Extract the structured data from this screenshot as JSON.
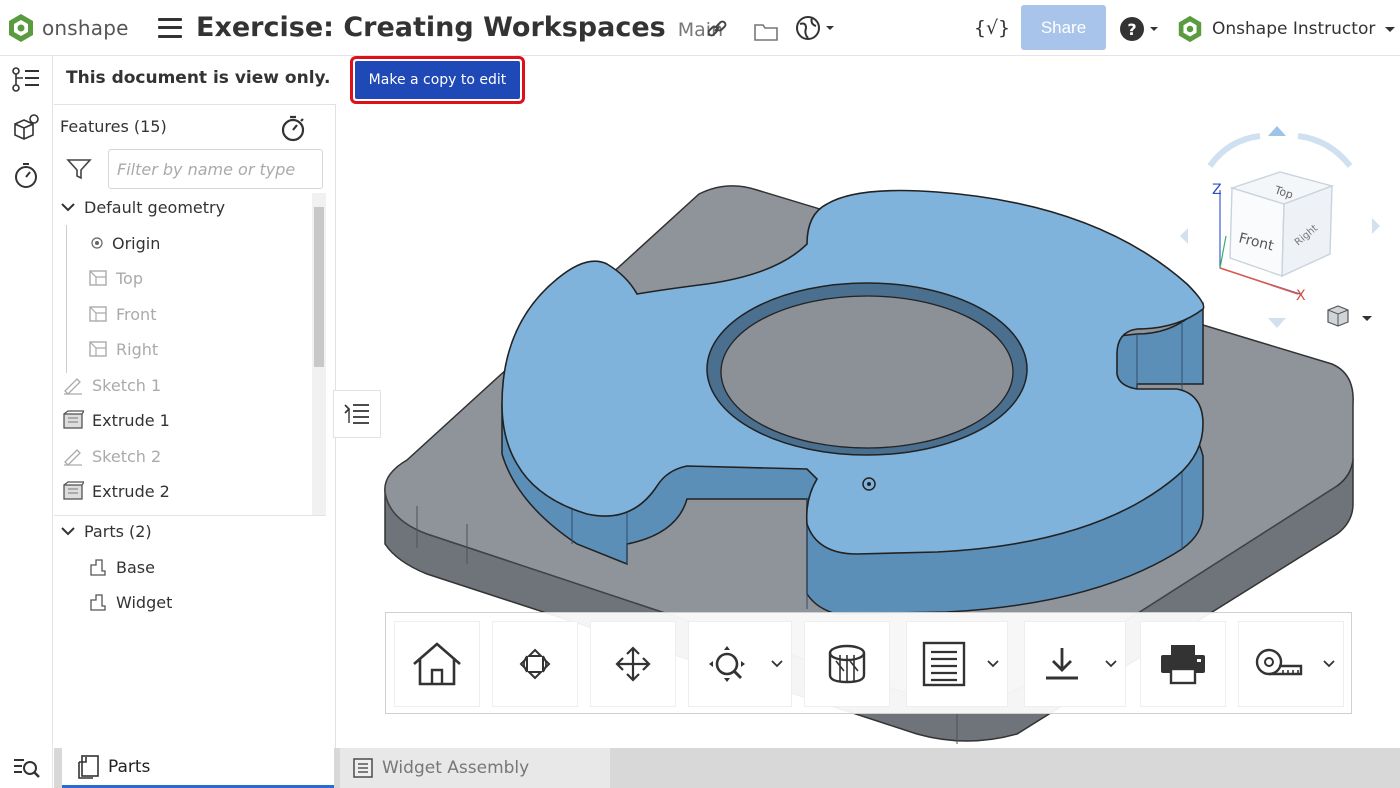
{
  "app": {
    "brand": "onshape",
    "brand_color": "#5a9b3f",
    "accent": "#1f49b6"
  },
  "header": {
    "title": "Exercise: Creating Workspaces",
    "workspace": "Main",
    "share_label": "Share",
    "user_name": "Onshape Instructor",
    "variables_label": "{√}"
  },
  "banner": {
    "view_only_text": "This document is view only.",
    "copy_button_label": "Make a copy to edit"
  },
  "feature_panel": {
    "title": "Features (15)",
    "filter_placeholder": "Filter by name or type",
    "default_geometry": "Default geometry",
    "origin": "Origin",
    "planes": [
      "Top",
      "Front",
      "Right"
    ],
    "features": [
      "Sketch 1",
      "Extrude 1",
      "Sketch 2",
      "Extrude 2"
    ],
    "parts_header": "Parts (2)",
    "parts": [
      "Base",
      "Widget"
    ]
  },
  "viewcube": {
    "z": "Z",
    "x": "X",
    "face_top": "Top",
    "face_front": "Front",
    "face_right": "Right"
  },
  "toolbar": {
    "tools": [
      "home-view",
      "rotate",
      "pan",
      "zoom",
      "section-view",
      "display-mode",
      "export",
      "print",
      "measure"
    ]
  },
  "tabs": {
    "parts": "Parts",
    "assembly": "Widget Assembly"
  },
  "model": {
    "base_color": "#8f949b",
    "widget_color": "#7fb3dc"
  }
}
